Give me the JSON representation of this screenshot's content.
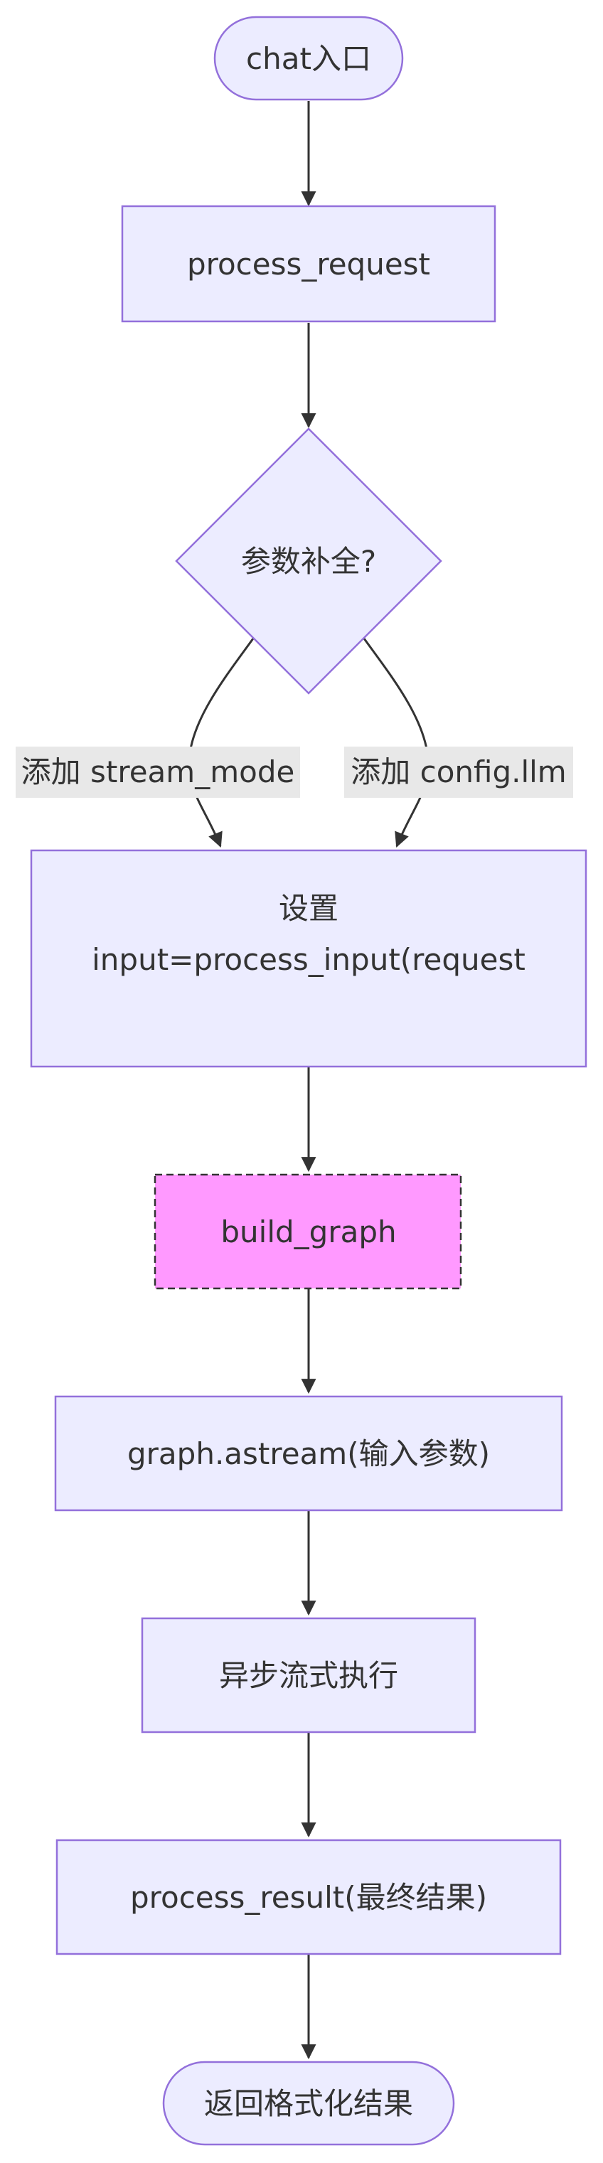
{
  "nodes": {
    "start": "chat入口",
    "process_request": "process_request",
    "decision": "参数补全?",
    "setup_line1": "设置",
    "setup_line2": "input=process_input(request",
    "build_graph": "build_graph",
    "astream": "graph.astream(输入参数)",
    "async_exec": "异步流式执行",
    "process_result": "process_result(最终结果)",
    "end": "返回格式化结果"
  },
  "edges": {
    "left_label": "添加 stream_mode",
    "right_label": "添加 config.llm"
  },
  "colors": {
    "node_fill": "#ECECFF",
    "node_stroke": "#9370DB",
    "highlight_fill": "#FF99FF",
    "edge": "#333333",
    "edge_label_bg": "#E8E8E8"
  }
}
